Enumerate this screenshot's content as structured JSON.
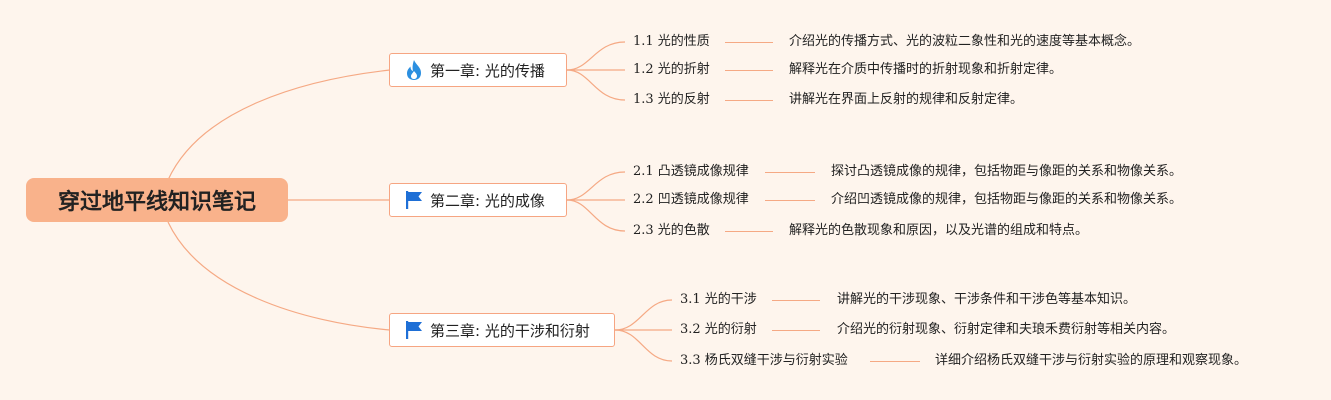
{
  "root": {
    "title": "穿过地平线知识笔记"
  },
  "chapters": [
    {
      "title": "第一章: 光的传播",
      "icon": "fire-icon",
      "sections": [
        {
          "title": "1.1 光的性质",
          "desc": "介绍光的传播方式、光的波粒二象性和光的速度等基本概念。"
        },
        {
          "title": "1.2 光的折射",
          "desc": "解释光在介质中传播时的折射现象和折射定律。"
        },
        {
          "title": "1.3 光的反射",
          "desc": "讲解光在界面上反射的规律和反射定律。"
        }
      ]
    },
    {
      "title": "第二章: 光的成像",
      "icon": "flag-icon",
      "sections": [
        {
          "title": "2.1 凸透镜成像规律",
          "desc": "探讨凸透镜成像的规律，包括物距与像距的关系和物像关系。"
        },
        {
          "title": "2.2 凹透镜成像规律",
          "desc": "介绍凹透镜成像的规律，包括物距与像距的关系和物像关系。"
        },
        {
          "title": "2.3 光的色散",
          "desc": "解释光的色散现象和原因，以及光谱的组成和特点。"
        }
      ]
    },
    {
      "title": "第三章: 光的干涉和衍射",
      "icon": "flag-icon",
      "sections": [
        {
          "title": "3.1 光的干涉",
          "desc": "讲解光的干涉现象、干涉条件和干涉色等基本知识。"
        },
        {
          "title": "3.2 光的衍射",
          "desc": "介绍光的衍射现象、衍射定律和夫琅禾费衍射等相关内容。"
        },
        {
          "title": "3.3 杨氏双缝干涉与衍射实验",
          "desc": "详细介绍杨氏双缝干涉与衍射实验的原理和观察现象。"
        }
      ]
    }
  ],
  "colors": {
    "background": "#fef5ed",
    "root_fill": "#f9b28b",
    "line": "#f5a984",
    "fire": "#2b8fe0",
    "flag": "#1e6fd6"
  }
}
